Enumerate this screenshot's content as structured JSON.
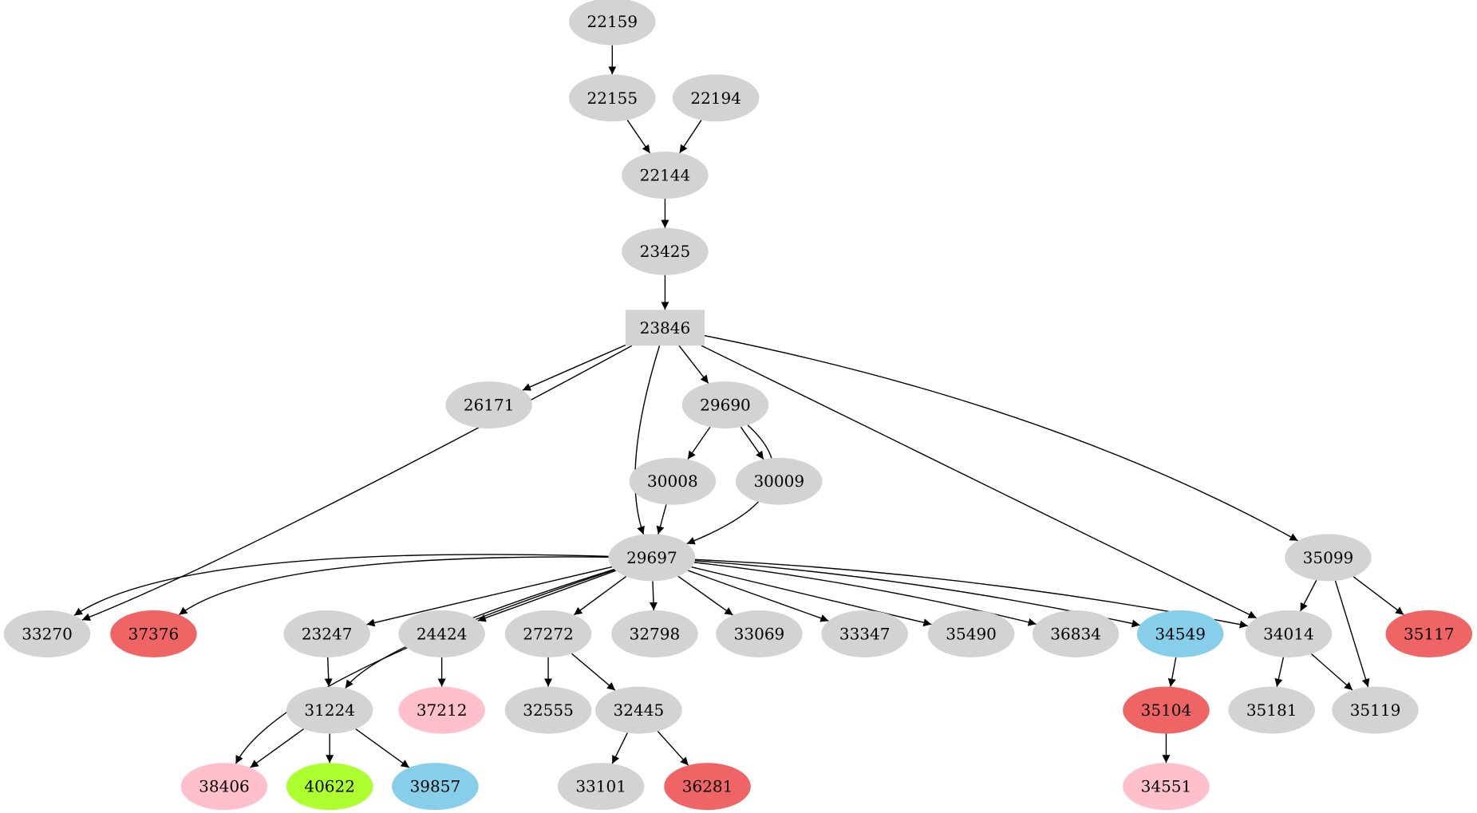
{
  "graph": {
    "type": "directed-graph",
    "colors": {
      "default": "#d3d3d3",
      "red": "#ef6566",
      "pink": "#ffc0cb",
      "blue": "#87ceeb",
      "green": "#adff2f"
    },
    "nodes": [
      {
        "id": "22159",
        "label": "22159",
        "shape": "ellipse",
        "color": "default"
      },
      {
        "id": "22155",
        "label": "22155",
        "shape": "ellipse",
        "color": "default"
      },
      {
        "id": "22194",
        "label": "22194",
        "shape": "ellipse",
        "color": "default"
      },
      {
        "id": "22144",
        "label": "22144",
        "shape": "ellipse",
        "color": "default"
      },
      {
        "id": "23425",
        "label": "23425",
        "shape": "ellipse",
        "color": "default"
      },
      {
        "id": "23846",
        "label": "23846",
        "shape": "box",
        "color": "default"
      },
      {
        "id": "26171",
        "label": "26171",
        "shape": "ellipse",
        "color": "default"
      },
      {
        "id": "29690",
        "label": "29690",
        "shape": "ellipse",
        "color": "default"
      },
      {
        "id": "30008",
        "label": "30008",
        "shape": "ellipse",
        "color": "default"
      },
      {
        "id": "30009",
        "label": "30009",
        "shape": "ellipse",
        "color": "default"
      },
      {
        "id": "29697",
        "label": "29697",
        "shape": "ellipse",
        "color": "default"
      },
      {
        "id": "35099",
        "label": "35099",
        "shape": "ellipse",
        "color": "default"
      },
      {
        "id": "33270",
        "label": "33270",
        "shape": "ellipse",
        "color": "default"
      },
      {
        "id": "37376",
        "label": "37376",
        "shape": "ellipse",
        "color": "red"
      },
      {
        "id": "23247",
        "label": "23247",
        "shape": "ellipse",
        "color": "default"
      },
      {
        "id": "24424",
        "label": "24424",
        "shape": "ellipse",
        "color": "default"
      },
      {
        "id": "27272",
        "label": "27272",
        "shape": "ellipse",
        "color": "default"
      },
      {
        "id": "32798",
        "label": "32798",
        "shape": "ellipse",
        "color": "default"
      },
      {
        "id": "33069",
        "label": "33069",
        "shape": "ellipse",
        "color": "default"
      },
      {
        "id": "33347",
        "label": "33347",
        "shape": "ellipse",
        "color": "default"
      },
      {
        "id": "35490",
        "label": "35490",
        "shape": "ellipse",
        "color": "default"
      },
      {
        "id": "36834",
        "label": "36834",
        "shape": "ellipse",
        "color": "default"
      },
      {
        "id": "34549",
        "label": "34549",
        "shape": "ellipse",
        "color": "blue"
      },
      {
        "id": "34014",
        "label": "34014",
        "shape": "ellipse",
        "color": "default"
      },
      {
        "id": "35117",
        "label": "35117",
        "shape": "ellipse",
        "color": "red"
      },
      {
        "id": "31224",
        "label": "31224",
        "shape": "ellipse",
        "color": "default"
      },
      {
        "id": "37212",
        "label": "37212",
        "shape": "ellipse",
        "color": "pink"
      },
      {
        "id": "32555",
        "label": "32555",
        "shape": "ellipse",
        "color": "default"
      },
      {
        "id": "32445",
        "label": "32445",
        "shape": "ellipse",
        "color": "default"
      },
      {
        "id": "35104",
        "label": "35104",
        "shape": "ellipse",
        "color": "red"
      },
      {
        "id": "35181",
        "label": "35181",
        "shape": "ellipse",
        "color": "default"
      },
      {
        "id": "35119",
        "label": "35119",
        "shape": "ellipse",
        "color": "default"
      },
      {
        "id": "38406",
        "label": "38406",
        "shape": "ellipse",
        "color": "pink"
      },
      {
        "id": "40622",
        "label": "40622",
        "shape": "ellipse",
        "color": "green"
      },
      {
        "id": "39857",
        "label": "39857",
        "shape": "ellipse",
        "color": "blue"
      },
      {
        "id": "33101",
        "label": "33101",
        "shape": "ellipse",
        "color": "default"
      },
      {
        "id": "36281",
        "label": "36281",
        "shape": "ellipse",
        "color": "red"
      },
      {
        "id": "34551",
        "label": "34551",
        "shape": "ellipse",
        "color": "pink"
      }
    ],
    "edges": [
      {
        "from": "22159",
        "to": "22155"
      },
      {
        "from": "22155",
        "to": "22144"
      },
      {
        "from": "22194",
        "to": "22144"
      },
      {
        "from": "22144",
        "to": "23425"
      },
      {
        "from": "23425",
        "to": "23846"
      },
      {
        "from": "23846",
        "to": "26171"
      },
      {
        "from": "23846",
        "to": "29690"
      },
      {
        "from": "23846",
        "to": "33270"
      },
      {
        "from": "23846",
        "to": "29697"
      },
      {
        "from": "23846",
        "to": "34014"
      },
      {
        "from": "23846",
        "to": "35099"
      },
      {
        "from": "29690",
        "to": "30008"
      },
      {
        "from": "29690",
        "to": "30009"
      },
      {
        "from": "29690",
        "to": "29697"
      },
      {
        "from": "30008",
        "to": "29697"
      },
      {
        "from": "29697",
        "to": "33270"
      },
      {
        "from": "29697",
        "to": "37376"
      },
      {
        "from": "29697",
        "to": "38406"
      },
      {
        "from": "29697",
        "to": "31224"
      },
      {
        "from": "29697",
        "to": "23247"
      },
      {
        "from": "29697",
        "to": "24424"
      },
      {
        "from": "29697",
        "to": "27272"
      },
      {
        "from": "29697",
        "to": "32798"
      },
      {
        "from": "29697",
        "to": "33069"
      },
      {
        "from": "29697",
        "to": "33347"
      },
      {
        "from": "29697",
        "to": "35490"
      },
      {
        "from": "29697",
        "to": "36834"
      },
      {
        "from": "29697",
        "to": "34549"
      },
      {
        "from": "29697",
        "to": "34014"
      },
      {
        "from": "35099",
        "to": "34014"
      },
      {
        "from": "35099",
        "to": "35119"
      },
      {
        "from": "35099",
        "to": "35117"
      },
      {
        "from": "23247",
        "to": "31224"
      },
      {
        "from": "24424",
        "to": "37212"
      },
      {
        "from": "27272",
        "to": "32555"
      },
      {
        "from": "27272",
        "to": "32445"
      },
      {
        "from": "34549",
        "to": "35104"
      },
      {
        "from": "34014",
        "to": "35181"
      },
      {
        "from": "34014",
        "to": "35119"
      },
      {
        "from": "31224",
        "to": "38406"
      },
      {
        "from": "31224",
        "to": "40622"
      },
      {
        "from": "31224",
        "to": "39857"
      },
      {
        "from": "32445",
        "to": "33101"
      },
      {
        "from": "32445",
        "to": "36281"
      },
      {
        "from": "35104",
        "to": "34551"
      }
    ]
  }
}
